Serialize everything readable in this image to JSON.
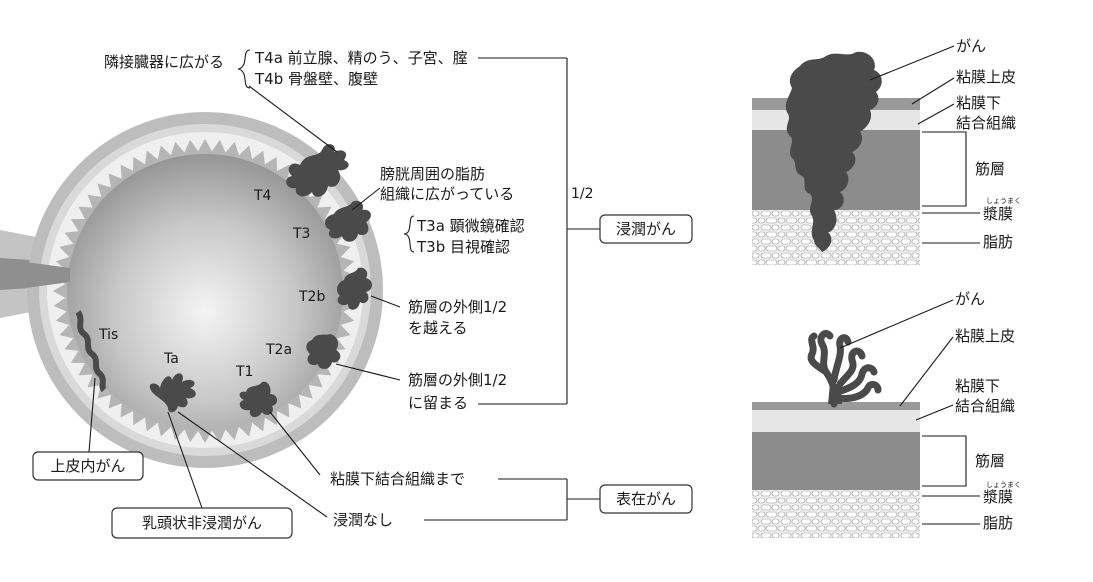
{
  "bladder": {
    "t4_prefix": "隣接臓器に広がる",
    "t4a": "T4a 前立腺、精のう、子宮、腟",
    "t4b": "T4b 骨盤壁、腹壁",
    "t3_desc_1": "膀胱周囲の脂肪",
    "t3_desc_2": "組織に広がっている",
    "t3a": "T3a 顕微鏡確認",
    "t3b": "T3b 目視確認",
    "half": "1/2",
    "t2b_desc_1": "筋層の外側1/2",
    "t2b_desc_2": "を越える",
    "t2a_desc_1": "筋層の外側1/2",
    "t2a_desc_2": "に留まる",
    "t1_desc": "粘膜下結合組織まで",
    "ta_desc": "浸潤なし",
    "invasive_box": "浸潤がん",
    "superficial_box": "表在がん",
    "tis_box": "上皮内がん",
    "papillary_box": "乳頭状非浸潤がん",
    "stages": {
      "t4": "T4",
      "t3": "T3",
      "t2b": "T2b",
      "t2a": "T2a",
      "t1": "T1",
      "ta": "Ta",
      "tis": "Tis"
    }
  },
  "layers": {
    "cancer": "がん",
    "mucosa_epithelium": "粘膜上皮",
    "submucosa_1": "粘膜下",
    "submucosa_2": "結合組織",
    "muscle": "筋層",
    "serosa": "漿膜",
    "serosa_ruby": "しょうまく",
    "fat": "脂肪"
  },
  "colors": {
    "tumor": "#4a4a4a",
    "wall_outer": "#bdbdbd",
    "mucosa": "#e6e6e6",
    "muscle": "#8c8c8c",
    "fat_bg": "#f2f2f2"
  }
}
